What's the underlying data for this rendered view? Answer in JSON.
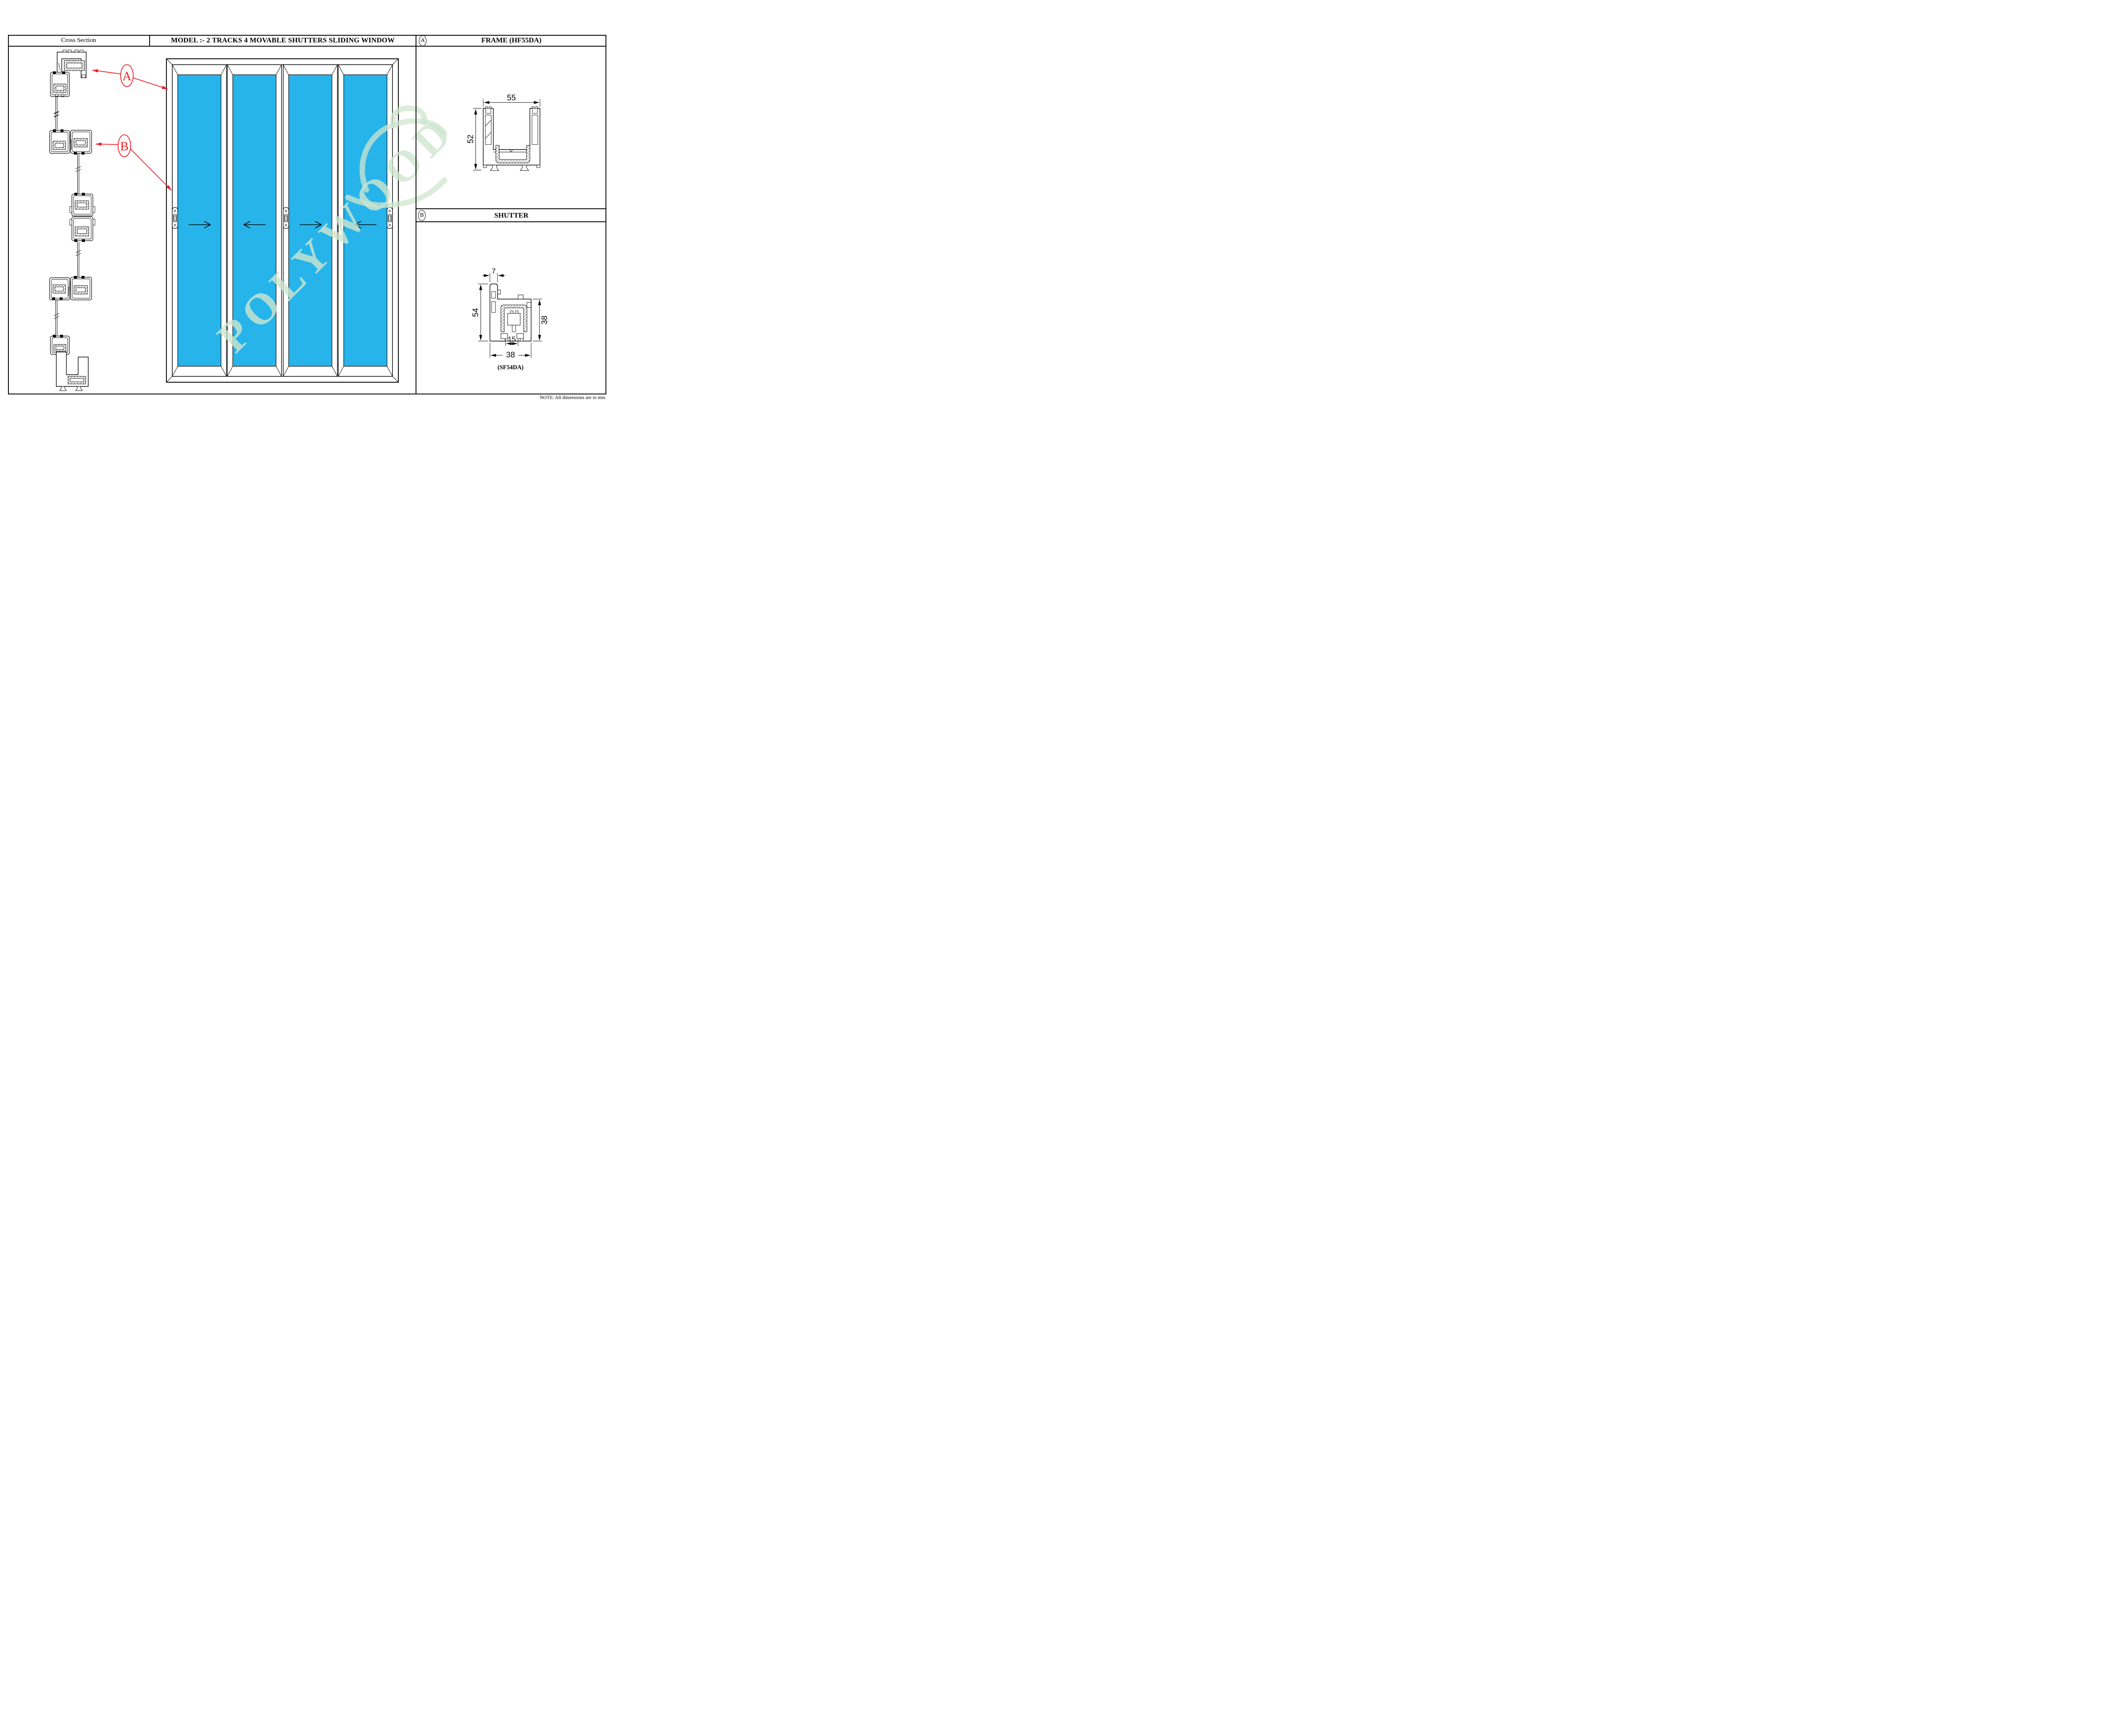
{
  "header": {
    "cross_section": "Cross Section",
    "model": "MODEL :- 2 TRACKS 4 MOVABLE SHUTTERS SLIDING WINDOW",
    "frame_marker": "A",
    "frame_title": "FRAME (HF55DA)"
  },
  "shutter_section": {
    "marker": "B",
    "title": "SHUTTER",
    "profile_code": "(SF54DA)"
  },
  "annotations": {
    "frame_label": "A",
    "shutter_label": "B"
  },
  "dimensions": {
    "frame_width": "55",
    "frame_height": "52",
    "shutter_fin_width": "7",
    "shutter_height": "54",
    "shutter_body_height": "38",
    "shutter_inner_width": "15",
    "shutter_body_width": "38"
  },
  "window": {
    "shutter_count": 4,
    "shutters": [
      {
        "name": "shutter-1",
        "arrow": "right"
      },
      {
        "name": "shutter-2",
        "arrow": "left"
      },
      {
        "name": "shutter-3",
        "arrow": "right"
      },
      {
        "name": "shutter-4",
        "arrow": "left"
      }
    ]
  },
  "note": "NOTE: All dimensions are in mm.",
  "watermark": "POLYWOOD",
  "colors": {
    "glass": "#27B4EA",
    "annotation_red": "#EC1C24",
    "watermark_green": "#CFE6CF",
    "line": "#000000"
  }
}
